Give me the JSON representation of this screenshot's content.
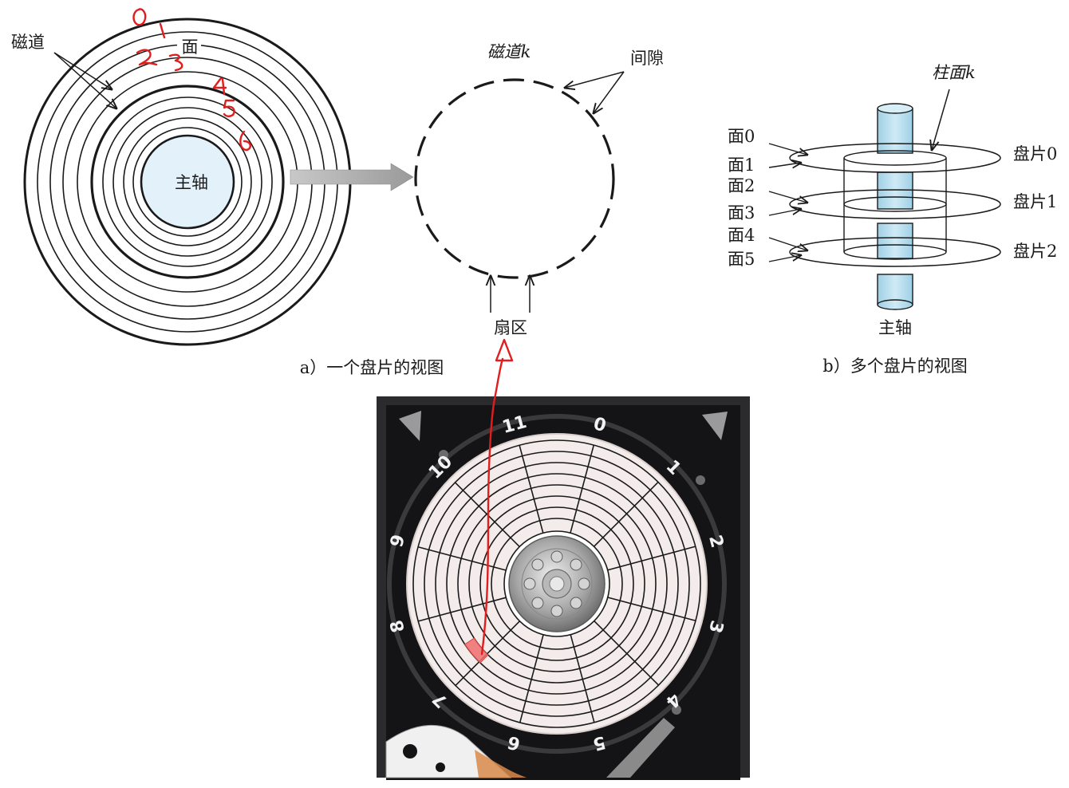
{
  "single_platter": {
    "track_label": "磁道",
    "surface_label": "面",
    "spindle_label": "主轴",
    "caption": "a）一个盘片的视图",
    "track_k_label": "磁道k",
    "gap_label": "间隙",
    "sector_label": "扇区",
    "handwritten_numbers": [
      "0",
      "1",
      "2",
      "3",
      "4",
      "5",
      "6"
    ]
  },
  "multi_platter": {
    "cylinder_label": "柱面k",
    "surface_labels": [
      "面0",
      "面1",
      "面2",
      "面3",
      "面4",
      "面5"
    ],
    "platter_labels": [
      "盘片0",
      "盘片1",
      "盘片2"
    ],
    "spindle_label": "主轴",
    "caption": "b）多个盘片的视图"
  },
  "disk_photo": {
    "clock_numbers": [
      "11",
      "0",
      "1",
      "2",
      "3",
      "4",
      "5",
      "6",
      "7",
      "8",
      "9",
      "10"
    ],
    "highlight_color": "#f06e6e",
    "annotation_color": "#e11d1d"
  }
}
